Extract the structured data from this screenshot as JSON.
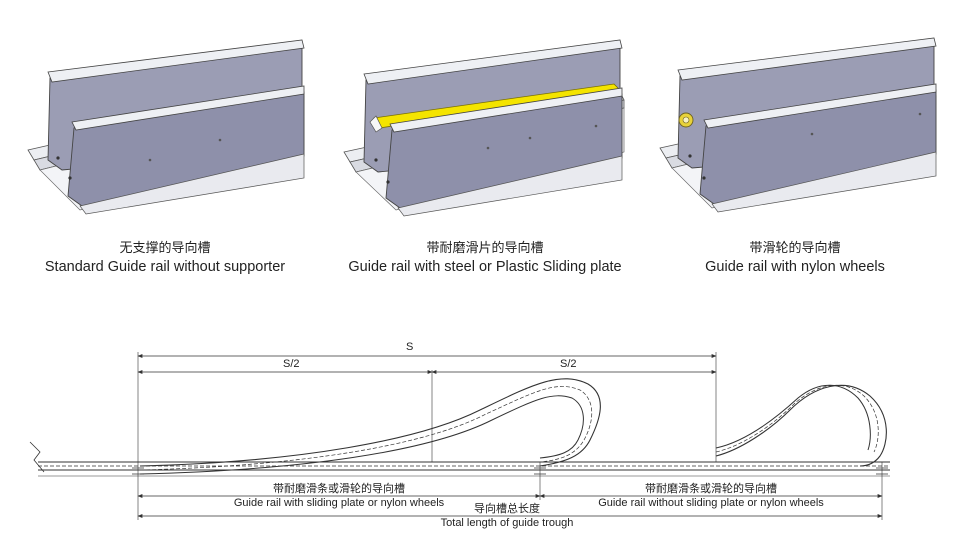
{
  "variants": [
    {
      "zh": "无支撑的导向槽",
      "en": "Standard Guide rail without supporter"
    },
    {
      "zh": "带耐磨滑片的导向槽",
      "en": "Guide rail with steel or Plastic Sliding plate"
    },
    {
      "zh": "带滑轮的导向槽",
      "en": "Guide rail with nylon wheels"
    }
  ],
  "layout_diagram": {
    "dim_s": "S",
    "dim_half_left": "S/2",
    "dim_half_right": "S/2",
    "left_section_zh": "带耐磨滑条或滑轮的导向槽",
    "left_section_en": "Guide rail with sliding plate or nylon wheels",
    "right_section_zh": "带耐磨滑条或滑轮的导向槽",
    "right_section_en": "Guide rail without sliding plate or nylon wheels",
    "total_zh": "导向槽总长度",
    "total_en": "Total length of guide trough"
  },
  "colors": {
    "panel": "#9b9db4",
    "panel_dark": "#7f8199",
    "rail_light": "#eef0f4",
    "sliding_plate": "#f4e400",
    "wheel": "#e8d23a"
  }
}
